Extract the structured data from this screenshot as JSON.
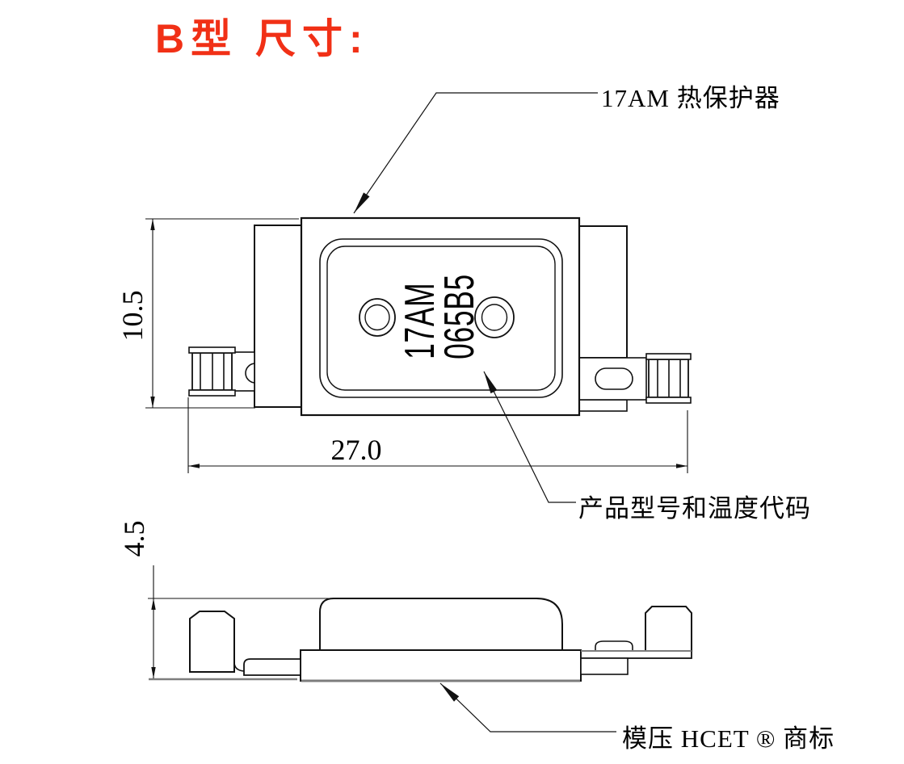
{
  "title": "B型 尺寸:",
  "labels": {
    "protector": "17AM 热保护器",
    "product_code": "产品型号和温度代码",
    "trademark": "模压 HCET ® 商标"
  },
  "dimensions": {
    "body_height": "10.5",
    "body_width": "27.0",
    "base_height": "4.5"
  },
  "device_marking": {
    "line1": "17AM",
    "line2": "065B5"
  },
  "colors": {
    "title_red": "#f13016",
    "line_black": "#111111",
    "shadow_gray": "#7d7d7d"
  }
}
